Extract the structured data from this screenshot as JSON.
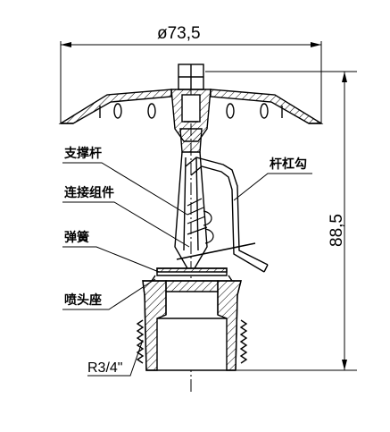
{
  "dimensions": {
    "diameter": "ø73,5",
    "height": "88,5",
    "thread": "R3/4\""
  },
  "labels": {
    "support_rod": "支撑杆",
    "lever_hook": "杆杠勾",
    "connector_assembly": "连接组件",
    "spring": "弹簧",
    "nozzle_seat": "喷头座"
  },
  "colors": {
    "line": "#000000",
    "background": "#ffffff"
  }
}
